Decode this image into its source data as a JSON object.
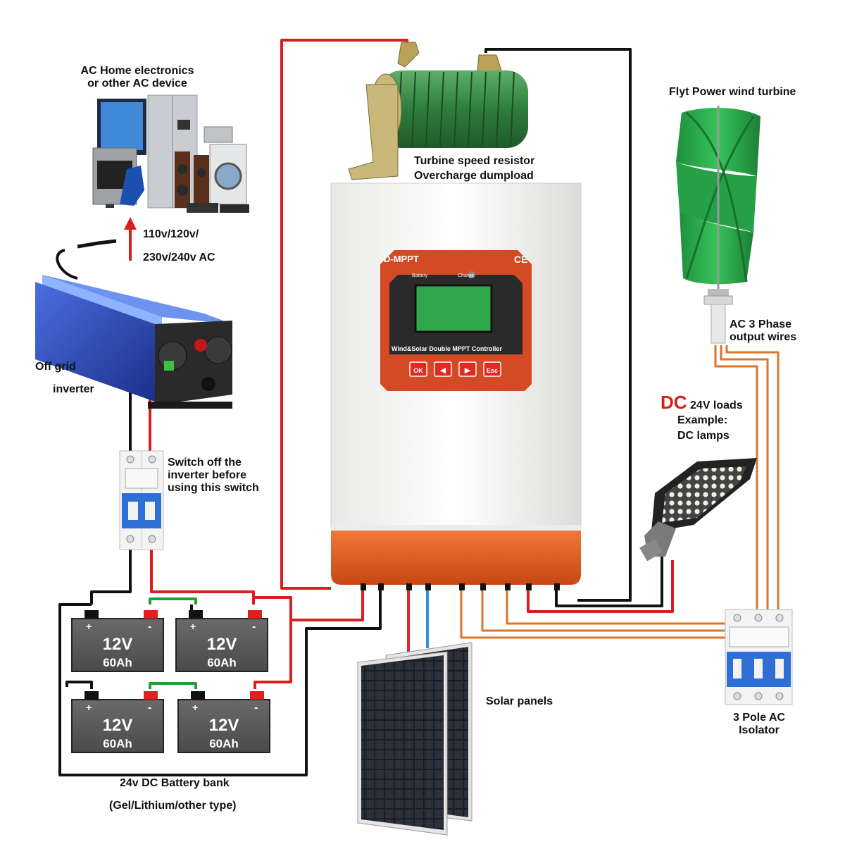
{
  "labels": {
    "ac_device_line1": "AC Home electronics",
    "ac_device_line2": "or other AC device",
    "ac_voltage_line1": "110v/120v/",
    "ac_voltage_line2": "230v/240v AC",
    "inverter_line1": "Off grid",
    "inverter_line2": "inverter",
    "switch_line1": "Switch off the",
    "switch_line2": "inverter before",
    "switch_line3": "using this switch",
    "resistor_line1": "Turbine speed resistor",
    "resistor_line2": "Overcharge dumpload",
    "turbine": "Flyt Power wind turbine",
    "ac_wires_line1": "AC 3 Phase",
    "ac_wires_line2": "output wires",
    "dc_prefix": "DC",
    "dc_loads": "24V loads",
    "dc_example1": "Example:",
    "dc_example2": "DC lamps",
    "solar": "Solar panels",
    "isolator_line1": "3 Pole AC",
    "isolator_line2": "Isolator",
    "battery_bank_line1": "24v DC Battery bank",
    "battery_bank_line2": "(Gel/Lithium/other type)"
  },
  "controller": {
    "brand": "D-MPPT",
    "cert": "CE",
    "battery_indicator": "Battery",
    "charge_indicator": "Charge",
    "subtitle": "Wind&Solar Double MPPT  Controller",
    "buttons": [
      "OK",
      "◀",
      "▶",
      "Esc"
    ]
  },
  "batteries": [
    {
      "voltage": "12V",
      "capacity": "60Ah",
      "plus": "+",
      "minus": "-"
    },
    {
      "voltage": "12V",
      "capacity": "60Ah",
      "plus": "+",
      "minus": "-"
    },
    {
      "voltage": "12V",
      "capacity": "60Ah",
      "plus": "+",
      "minus": "-"
    },
    {
      "voltage": "12V",
      "capacity": "60Ah",
      "plus": "+",
      "minus": "-"
    }
  ],
  "colors": {
    "wire_positive": "#d81e1e",
    "wire_negative": "#111111",
    "wire_ac": "#d9752c",
    "wire_series": "#1f9e3a",
    "solar_positive": "#e0282a",
    "solar_negative": "#2f8fe0",
    "controller_orange": "#e25a1f",
    "turbine_green": "#2aa84a"
  }
}
